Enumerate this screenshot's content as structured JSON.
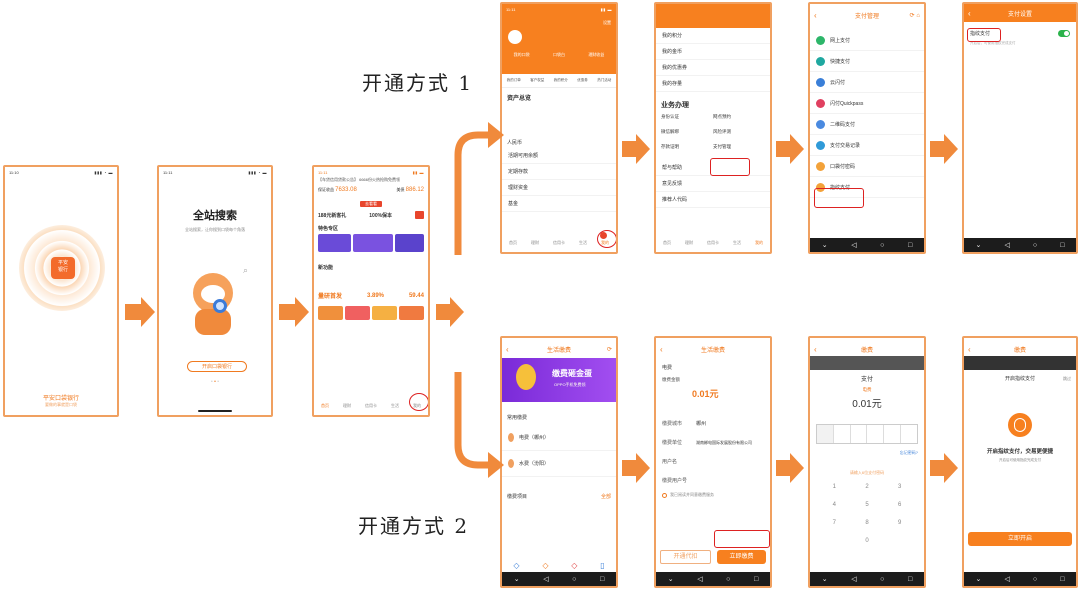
{
  "labels": {
    "method1": "开通方式 1",
    "method2": "开通方式 2"
  },
  "colors": {
    "accent": "#f08a3c",
    "brand": "#f7801f",
    "highlight": "#d22222"
  },
  "s1": {
    "time": "11:10",
    "bank": "平安口袋银行",
    "bank_sub": "要做的事就是口袋",
    "logo_line1": "平安",
    "logo_line2": "银行"
  },
  "s2": {
    "time": "11:11",
    "title": "全站搜索",
    "subtitle": "全站搜索，让你搜到口袋每个角落",
    "btn": "开启口袋银行"
  },
  "s3": {
    "notice": "【车贷信用贷款公告】 6666份火热抢购免费领",
    "m1_label": "保证收益",
    "m1_val": "7633.08",
    "m2_label": "美债",
    "m2_val": "886.12",
    "promo_badge": "去看看",
    "p1": "188元新客礼",
    "p2": "100%保本",
    "special": "特色专区",
    "new_title": "新功能",
    "left_val": "量研首发",
    "mid_val": "3.89%",
    "right_val": "59.44",
    "tabs": [
      "首页",
      "理财",
      "信用卡",
      "生活",
      "我的"
    ]
  },
  "s4": {
    "time": "11:11",
    "top_right": "设置",
    "icons": [
      "我的口袋",
      "口袋白",
      "理财收益"
    ],
    "row2": [
      "我的订单",
      "客户权益",
      "我的积分",
      "优惠券",
      "热门活动"
    ],
    "assets": "资产总览",
    "rmb": "人民币",
    "items": [
      "活期可用余额",
      "定期存款",
      "理财资金",
      "基金"
    ],
    "tabs": [
      "首页",
      "理财",
      "信用卡",
      "生活",
      "我的"
    ]
  },
  "s5": {
    "top_items": [
      "我的积分",
      "我的金币",
      "我的优惠券",
      "我的存量"
    ],
    "section": "业务办理",
    "grid": [
      "身份认证",
      "网点预约",
      "微信解绑",
      "风险评测",
      "存款证明",
      "支付管理"
    ],
    "list": [
      "帮与帮助",
      "意见反馈",
      "推荐人代码"
    ],
    "tabs": [
      "首页",
      "理财",
      "信用卡",
      "生活",
      "我的"
    ]
  },
  "s6": {
    "title": "支付管理",
    "items": [
      "网上支付",
      "快捷支付",
      "云闪付",
      "闪付Quickpass",
      "二维码支付",
      "支付交易记录",
      "口袋付密码",
      "指纹支付"
    ]
  },
  "s7": {
    "title": "支付设置",
    "item": "指纹支付",
    "note": "开启后，可使用指纹完成支付"
  },
  "s8": {
    "title": "生活缴费",
    "banner": "缴费砸金蛋",
    "banner_sub": "OPPO手机免费领",
    "section": "常用缴费",
    "p1": "电费（郴州）",
    "p2": "水费（汾阳）",
    "footer": "缴费项目",
    "footer_r": "全部"
  },
  "s9": {
    "title": "生活缴费",
    "type": "电费",
    "amount_label": "缴费金额",
    "amount_val": "0.01元",
    "city_label": "缴费城市",
    "city_val": "郴州",
    "unit_label": "缴费单位",
    "unit_val": "湖南郴电国际发展股份有限公司",
    "user_label": "用户名",
    "acct_label": "缴费用户号",
    "agree": "我已阅读并同意缴费服务",
    "btn_l": "开通代扣",
    "btn_r": "立即缴费"
  },
  "s10": {
    "title": "缴费",
    "modal_title": "支付",
    "amount": "0.01元",
    "pay_type": "电费",
    "forgot": "忘记密码?",
    "hint": "请输入6位支付密码",
    "keys": [
      "1",
      "2",
      "3",
      "4",
      "5",
      "6",
      "7",
      "8",
      "9",
      "0"
    ]
  },
  "s11": {
    "title": "缴费",
    "modal_title": "开启指纹支付",
    "skip": "跳过",
    "heading": "开启指纹支付，交易更便捷",
    "sub": "开启后可使用指纹完成支付",
    "btn": "立即开启"
  }
}
